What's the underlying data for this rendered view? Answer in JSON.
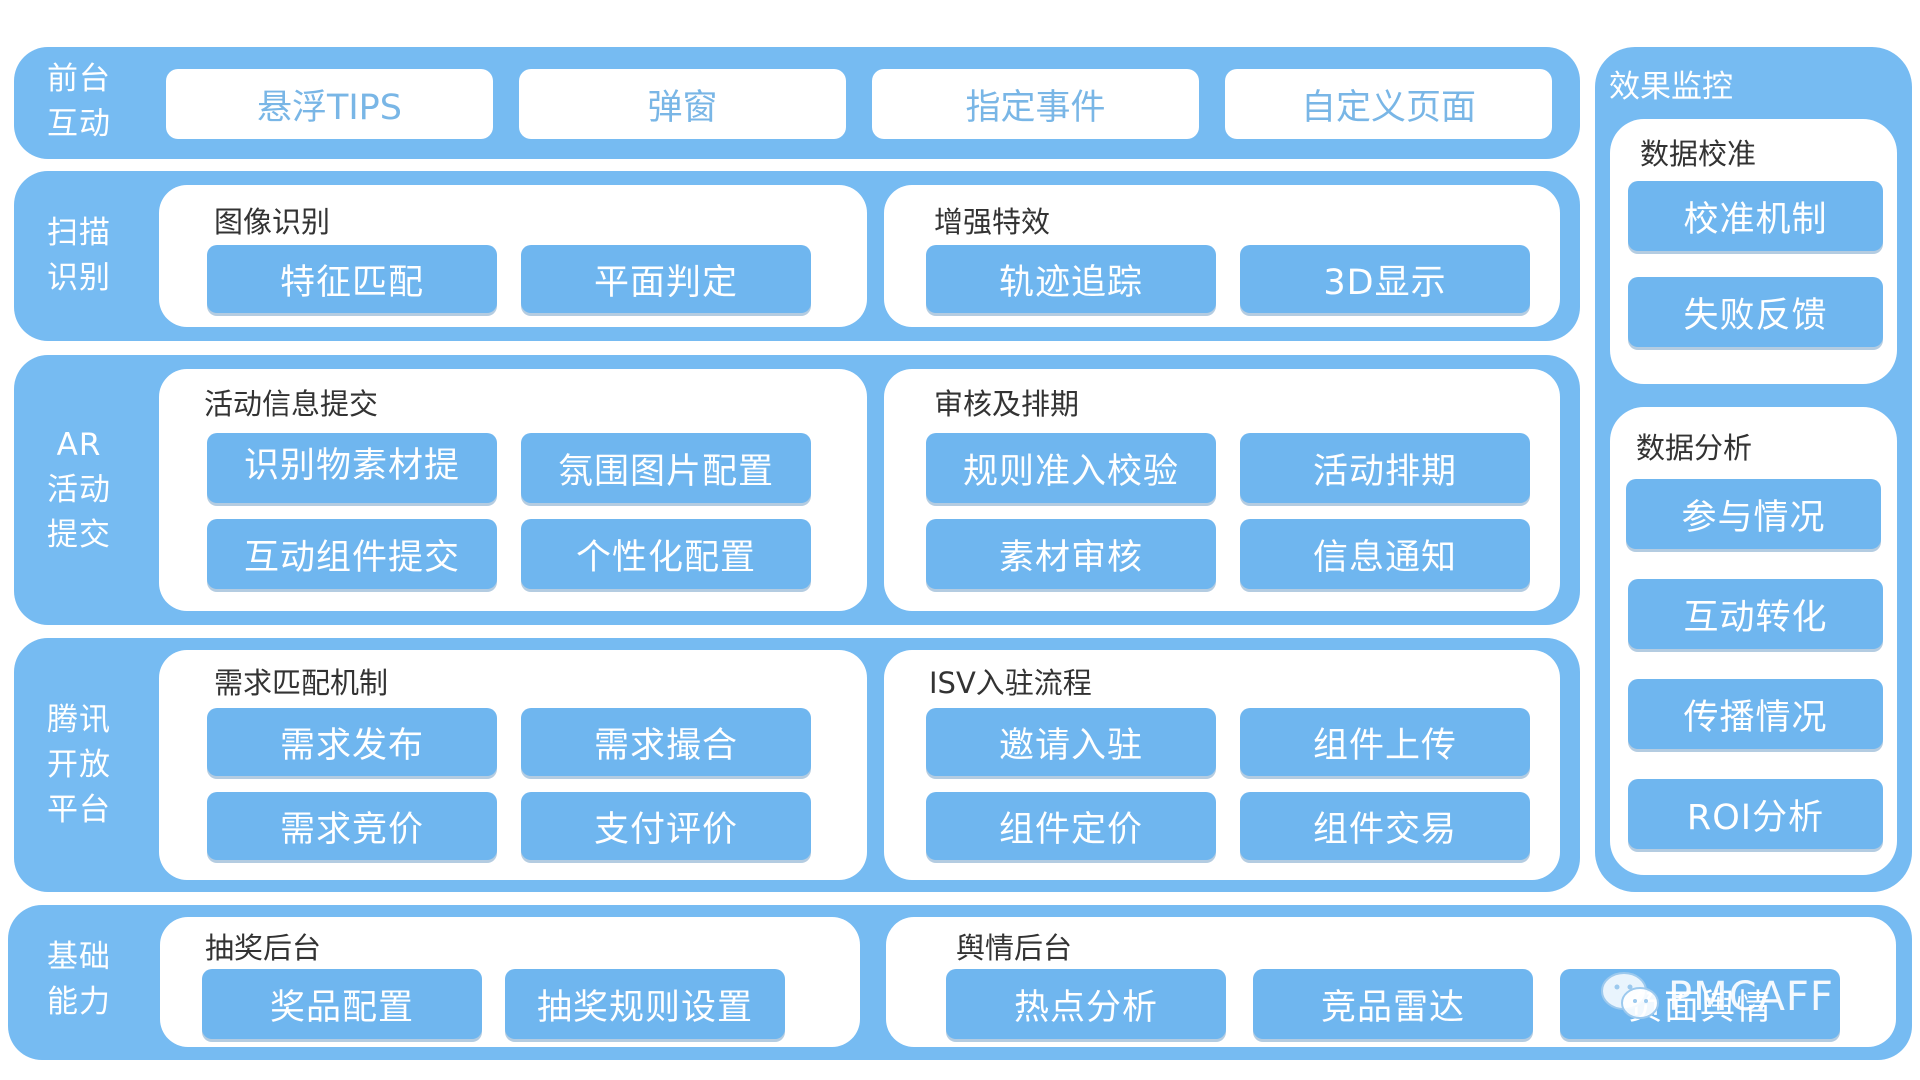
{
  "rows": {
    "front": {
      "label": "前台\n互动",
      "items": [
        "悬浮TIPS",
        "弹窗",
        "指定事件",
        "自定义页面"
      ]
    },
    "scan": {
      "label": "扫描\n识别",
      "groups": [
        {
          "title": "图像识别",
          "items": [
            "特征匹配",
            "平面判定"
          ]
        },
        {
          "title": "增强特效",
          "items": [
            "轨迹追踪",
            "3D显示"
          ]
        }
      ]
    },
    "ar": {
      "label": "AR\n活动\n提交",
      "groups": [
        {
          "title": "活动信息提交",
          "items": [
            "识别物素材提",
            "氛围图片配置",
            "互动组件提交",
            "个性化配置"
          ]
        },
        {
          "title": "审核及排期",
          "items": [
            "规则准入校验",
            "活动排期",
            "素材审核",
            "信息通知"
          ]
        }
      ]
    },
    "tencent": {
      "label": "腾讯\n开放\n平台",
      "groups": [
        {
          "title": "需求匹配机制",
          "items": [
            "需求发布",
            "需求撮合",
            "需求竞价",
            "支付评价"
          ]
        },
        {
          "title": "ISV入驻流程",
          "items": [
            "邀请入驻",
            "组件上传",
            "组件定价",
            "组件交易"
          ]
        }
      ]
    },
    "base": {
      "label": "基础\n能力",
      "groups": [
        {
          "title": "抽奖后台",
          "items": [
            "奖品配置",
            "抽奖规则设置"
          ]
        },
        {
          "title": "舆情后台",
          "items": [
            "热点分析",
            "竞品雷达",
            "负面舆情"
          ]
        }
      ]
    }
  },
  "monitor": {
    "title": "效果监控",
    "calibration": {
      "title": "数据校准",
      "items": [
        "校准机制",
        "失败反馈"
      ]
    },
    "analysis": {
      "title": "数据分析",
      "items": [
        "参与情况",
        "互动转化",
        "传播情况",
        "ROI分析"
      ]
    }
  },
  "watermark": {
    "text": "PMCAFF",
    "icon": "wechat-icon"
  },
  "colors": {
    "band": "#76bbf2",
    "pill": "#6fb6ef",
    "card": "#ffffff",
    "top_pill_text": "#79b6e6"
  }
}
